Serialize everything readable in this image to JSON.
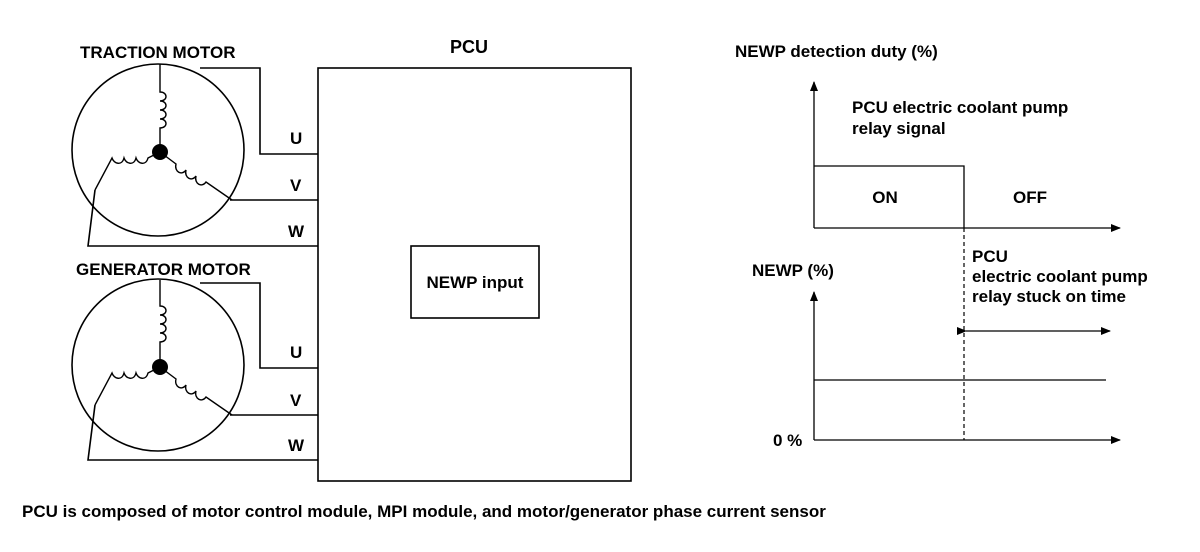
{
  "motors": {
    "traction_label": "TRACTION MOTOR",
    "generator_label": "GENERATOR MOTOR",
    "phase_u": "U",
    "phase_v": "V",
    "phase_w": "W"
  },
  "pcu": {
    "title": "PCU",
    "newp_input": "NEWP input"
  },
  "detection_chart": {
    "axis_label": "NEWP detection duty (%)",
    "signal_label_line1": "PCU electric coolant pump",
    "signal_label_line2": "relay signal",
    "on_label": "ON",
    "off_label": "OFF"
  },
  "newp_chart": {
    "axis_label": "NEWP (%)",
    "zero_label": "0 %",
    "stuck_line1": "PCU",
    "stuck_line2": "electric coolant pump",
    "stuck_line3": "relay stuck on time"
  },
  "footer": {
    "caption": "PCU is composed of motor control module, MPI module, and motor/generator phase current sensor"
  }
}
